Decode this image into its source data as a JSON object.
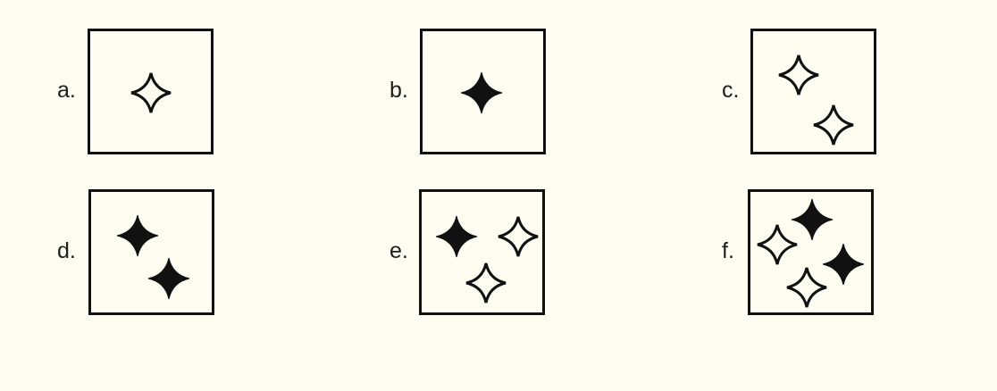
{
  "options": [
    {
      "label": "a.",
      "stars": [
        {
          "fill": "outline"
        }
      ]
    },
    {
      "label": "b.",
      "stars": [
        {
          "fill": "solid"
        }
      ]
    },
    {
      "label": "c.",
      "stars": [
        {
          "fill": "outline"
        },
        {
          "fill": "outline"
        }
      ]
    },
    {
      "label": "d.",
      "stars": [
        {
          "fill": "solid"
        },
        {
          "fill": "solid"
        }
      ]
    },
    {
      "label": "e.",
      "stars": [
        {
          "fill": "solid"
        },
        {
          "fill": "outline"
        },
        {
          "fill": "outline"
        }
      ]
    },
    {
      "label": "f.",
      "stars": [
        {
          "fill": "outline"
        },
        {
          "fill": "solid"
        },
        {
          "fill": "solid"
        },
        {
          "fill": "outline"
        }
      ]
    }
  ],
  "colors": {
    "background": "#fefdf1",
    "ink": "#111111",
    "label": "#1e1e1e"
  }
}
